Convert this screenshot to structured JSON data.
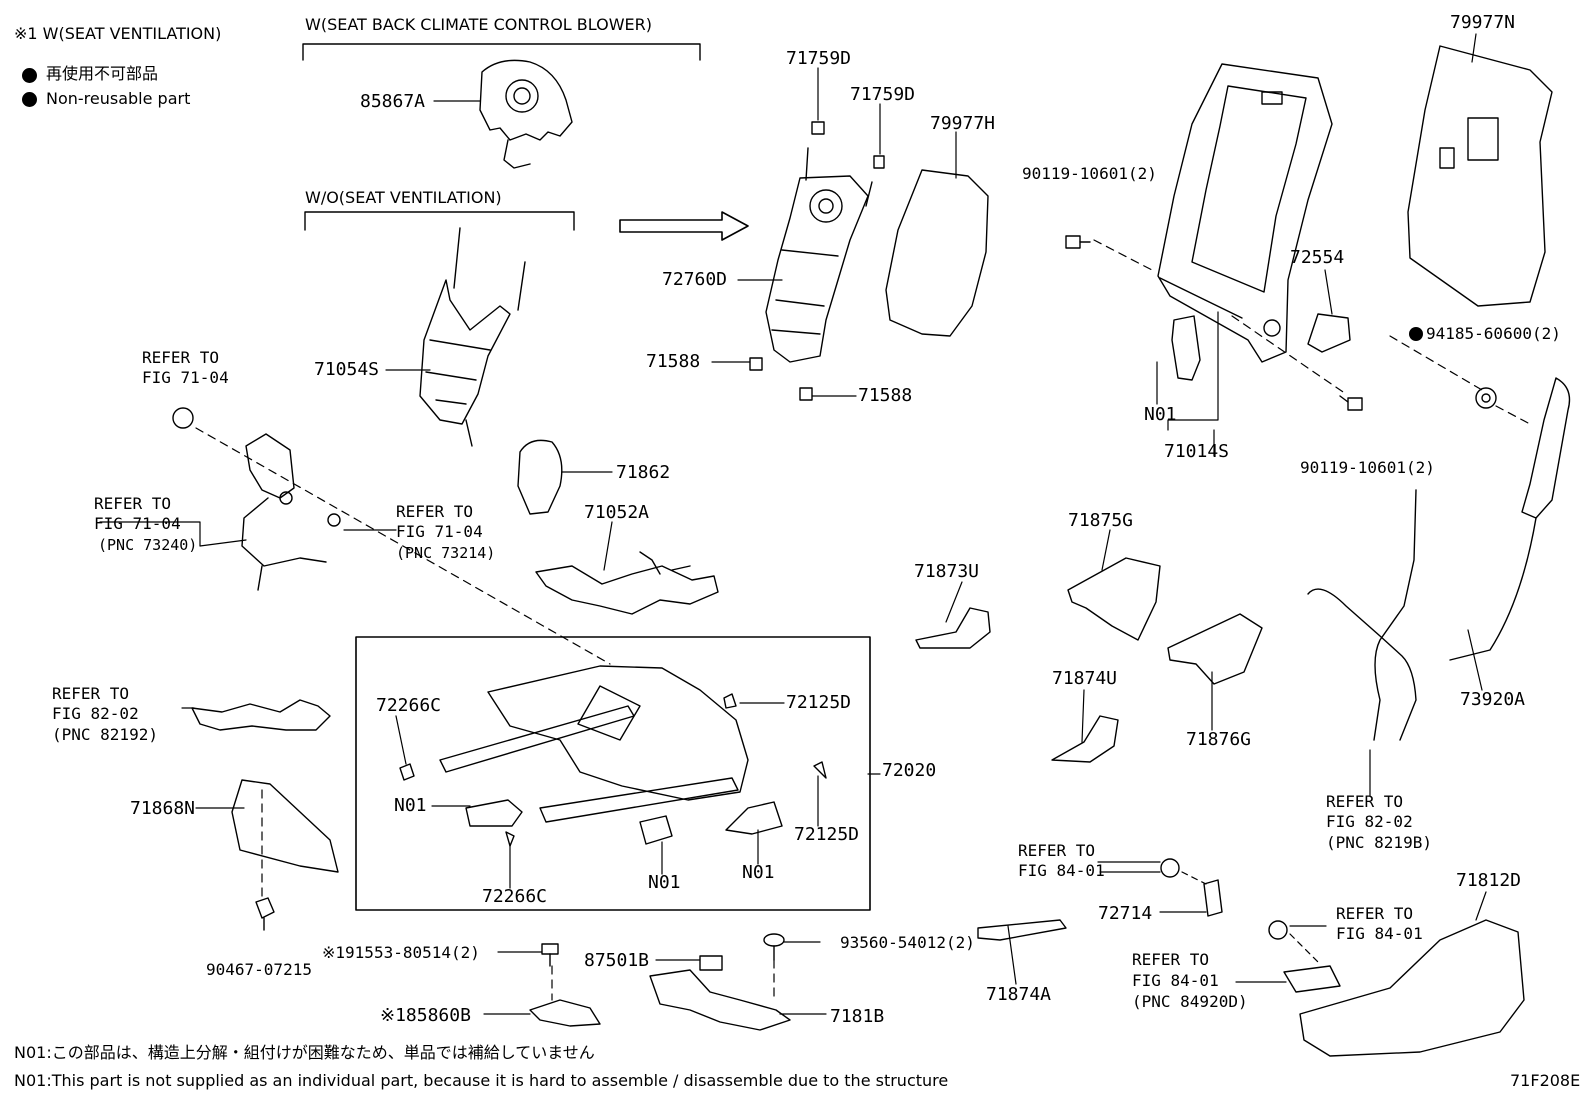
{
  "legend": {
    "w_seat_ventilation": "※1 W(SEAT VENTILATION)",
    "non_reusable_ja": "再使用不可部品",
    "non_reusable_en": "Non-reusable part"
  },
  "group_headers": {
    "with_blower": "W(SEAT BACK CLIMATE CONTROL BLOWER)",
    "without_ventilation": "W/O(SEAT VENTILATION)"
  },
  "parts": {
    "p85867A": "85867A",
    "p71054S": "71054S",
    "p71759D_1": "71759D",
    "p71759D_2": "71759D",
    "p79977H": "79977H",
    "p72760D": "72760D",
    "p71588_1": "71588",
    "p71588_2": "71588",
    "p71862": "71862",
    "p71052A": "71052A",
    "p79977N": "79977N",
    "p90119_top": "90119-10601(2)",
    "p72554": "72554",
    "pN01_back": "N01",
    "p71014S": "71014S",
    "p94185": "94185-60600(2)",
    "p90119_bottom": "90119-10601(2)",
    "p71875G": "71875G",
    "p71873U": "71873U",
    "p71874U": "71874U",
    "p71876G": "71876G",
    "p73920A": "73920A",
    "p72266C_1": "72266C",
    "p72125D_1": "72125D",
    "p72020": "72020",
    "pN01_a": "N01",
    "p72125D_2": "72125D",
    "pN01_b": "N01",
    "pN01_c": "N01",
    "p72266C_2": "72266C",
    "p71868N": "71868N",
    "p90467": "90467-07215",
    "p191553": "※191553-80514(2)",
    "p87501B": "87501B",
    "p93560": "93560-54012(2)",
    "p185860B": "※185860B",
    "p7181B": "7181B",
    "p71874A": "71874A",
    "p72714": "72714",
    "p71812D": "71812D"
  },
  "refs": {
    "r1_a": "REFER TO",
    "r1_b": "FIG 71-04",
    "r2_a": "REFER TO",
    "r2_b": "FIG 71-04",
    "r2_c": "(PNC 73240)",
    "r3_a": "REFER TO",
    "r3_b": "FIG 71-04",
    "r3_c": "(PNC 73214)",
    "r4_a": "REFER TO",
    "r4_b": "FIG 82-02",
    "r4_c": "(PNC 82192)",
    "r5_a": "REFER TO",
    "r5_b": "FIG 82-02",
    "r5_c": "(PNC 8219B)",
    "r6_a": "REFER TO",
    "r6_b": "FIG 84-01",
    "r7_a": "REFER TO",
    "r7_b": "FIG 84-01",
    "r8_a": "REFER TO",
    "r8_b": "FIG 84-01",
    "r8_c": "(PNC 84920D)"
  },
  "notes": {
    "ja": "N01:この部品は、構造上分解・組付けが困難なため、単品では補給していません",
    "en": "N01:This part is not supplied as an individual part, because it is hard to assemble / disassemble due to the structure"
  },
  "figure_code": "71F208E"
}
